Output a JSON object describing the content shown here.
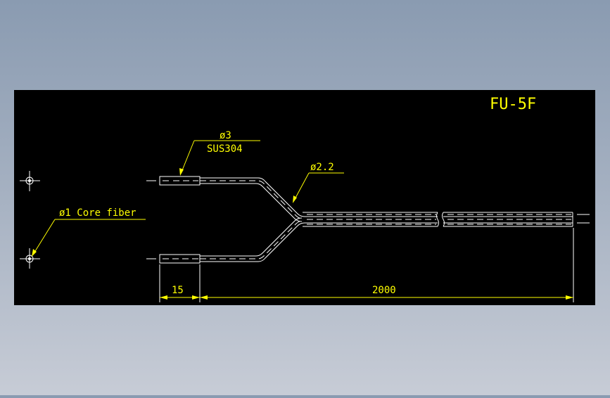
{
  "drawing": {
    "title": "FU-5F",
    "labels": {
      "tube_diameter": "ø3",
      "tube_material": "SUS304",
      "cable_diameter": "ø2.2",
      "core": "ø1 Core fiber"
    },
    "dimensions": {
      "short": "15",
      "long": "2000"
    }
  },
  "colors": {
    "background": "#000000",
    "line": "#ffffff",
    "annotation": "#ffff00"
  }
}
